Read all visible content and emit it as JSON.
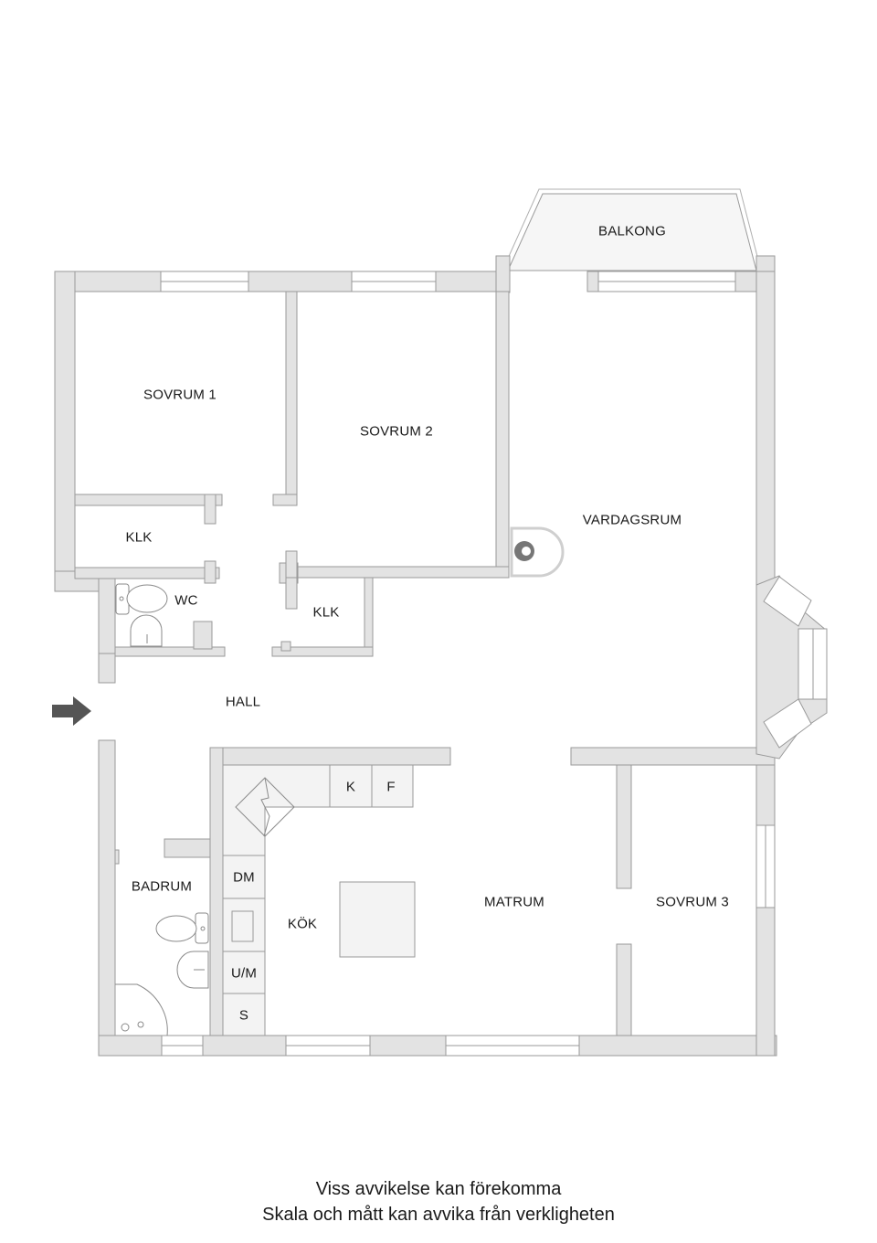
{
  "rooms": {
    "balkong": "BALKONG",
    "sovrum1": "SOVRUM 1",
    "sovrum2": "SOVRUM 2",
    "vardagsrum": "VARDAGSRUM",
    "klk1": "KLK",
    "klk2": "KLK",
    "wc": "WC",
    "hall": "HALL",
    "badrum": "BADRUM",
    "kok": "KÖK",
    "matrum": "MATRUM",
    "sovrum3": "SOVRUM 3"
  },
  "appliances": {
    "k": "K",
    "f": "F",
    "dm": "DM",
    "um": "U/M",
    "s": "S"
  },
  "icons": {
    "entrance": "arrow-right-icon",
    "fireplace": "fireplace-icon",
    "stove": "stove-icon"
  },
  "colors": {
    "wall": "#e3e3e3",
    "outline": "#9a9a9a",
    "text": "#1a1a1a",
    "arrow": "#555555"
  },
  "footer": {
    "line1": "Viss avvikelse kan förekomma",
    "line2": "Skala och mått kan avvika från verkligheten"
  }
}
